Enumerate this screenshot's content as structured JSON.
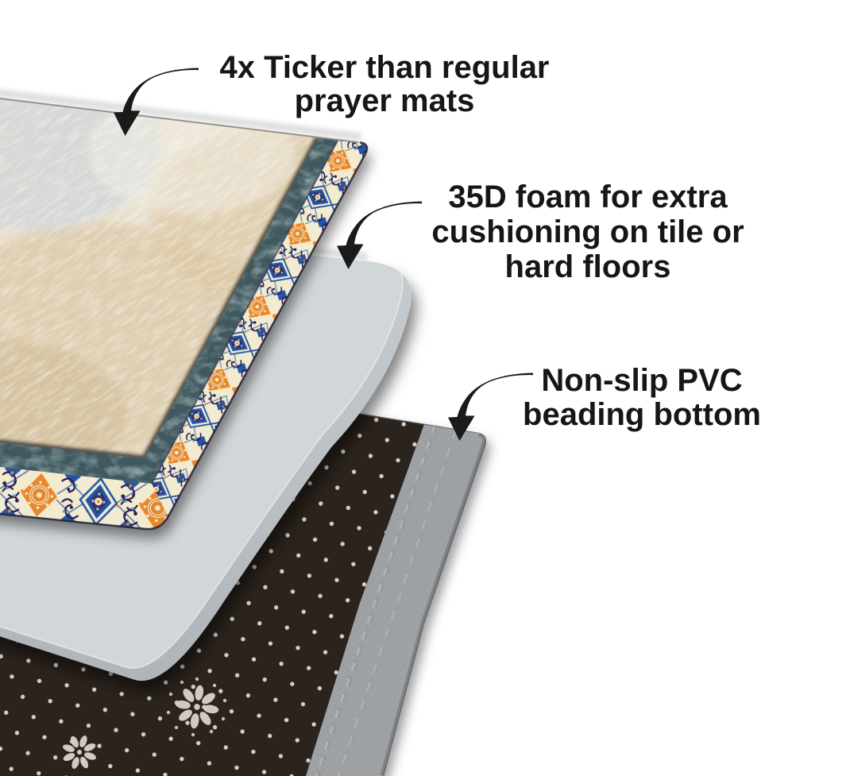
{
  "illustration": {
    "description": "Exploded layer view of a padded prayer mat",
    "labels": [
      {
        "id": "thickness",
        "lines": [
          "4x Ticker than regular",
          "prayer mats"
        ]
      },
      {
        "id": "foam",
        "lines": [
          "35D foam for extra",
          "cushioning on tile or",
          "hard floors"
        ]
      },
      {
        "id": "beading",
        "lines": [
          "Non-slip PVC",
          "beading bottom"
        ]
      }
    ],
    "arrows": [
      {
        "icon": "curved-arrow-icon",
        "from_label": "thickness",
        "points_to": "prayer-mat-top-layer"
      },
      {
        "icon": "curved-arrow-icon",
        "from_label": "foam",
        "points_to": "foam-middle-layer"
      },
      {
        "icon": "curved-arrow-icon",
        "from_label": "beading",
        "points_to": "pvc-beading-bottom-layer"
      }
    ],
    "colors": {
      "background": "#ffffff",
      "label_text": "#161616",
      "arrow": "#1a1a1a",
      "mat_marble": "#e8e0d1",
      "mat_teal_trim": "#47626c",
      "tile_cream": "#f3ecd2",
      "tile_blue": "#2456a8",
      "tile_orange": "#e8872b",
      "foam": "#d5dadd",
      "pvc_base": "#2b231d",
      "beading_strip": "#a6aaad"
    }
  }
}
